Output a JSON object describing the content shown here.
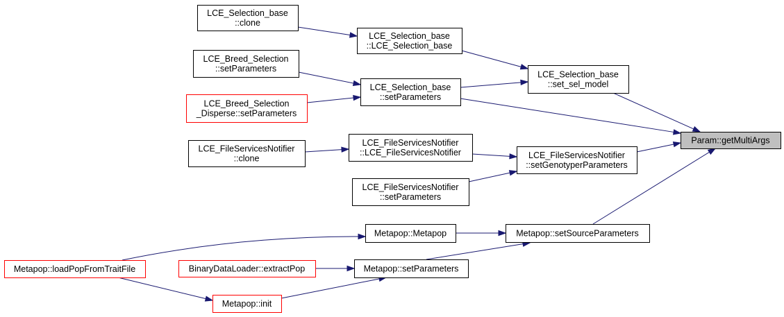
{
  "diagram": {
    "colors": {
      "edge": "#191970",
      "node_border": "#000000",
      "node_border_truncated": "#ff0000",
      "focus_fill": "#bfbfbf"
    },
    "nodes": [
      {
        "id": "sel_clone",
        "lines": [
          "LCE_Selection_base",
          "::clone"
        ],
        "truncated": false
      },
      {
        "id": "sel_ctor",
        "lines": [
          "LCE_Selection_base",
          "::LCE_Selection_base"
        ],
        "truncated": false
      },
      {
        "id": "breed_setparams",
        "lines": [
          "LCE_Breed_Selection",
          "::setParameters"
        ],
        "truncated": false
      },
      {
        "id": "breed_disp_setparams",
        "lines": [
          "LCE_Breed_Selection",
          "_Disperse::setParameters"
        ],
        "truncated": true
      },
      {
        "id": "sel_setparams",
        "lines": [
          "LCE_Selection_base",
          "::setParameters"
        ],
        "truncated": false
      },
      {
        "id": "sel_set_sel_model",
        "lines": [
          "LCE_Selection_base",
          "::set_sel_model"
        ],
        "truncated": false
      },
      {
        "id": "param_getmultiargs",
        "lines": [
          "Param::getMultiArgs"
        ],
        "truncated": false,
        "focus": true
      },
      {
        "id": "fsn_clone",
        "lines": [
          "LCE_FileServicesNotifier",
          "::clone"
        ],
        "truncated": false
      },
      {
        "id": "fsn_ctor",
        "lines": [
          "LCE_FileServicesNotifier",
          "::LCE_FileServicesNotifier"
        ],
        "truncated": false
      },
      {
        "id": "fsn_setgeno",
        "lines": [
          "LCE_FileServicesNotifier",
          "::setGenotyperParameters"
        ],
        "truncated": false
      },
      {
        "id": "fsn_setparams",
        "lines": [
          "LCE_FileServicesNotifier",
          "::setParameters"
        ],
        "truncated": false
      },
      {
        "id": "mp_ctor",
        "lines": [
          "Metapop::Metapop"
        ],
        "truncated": false
      },
      {
        "id": "mp_setsource",
        "lines": [
          "Metapop::setSourceParameters"
        ],
        "truncated": false
      },
      {
        "id": "mp_loadpop",
        "lines": [
          "Metapop::loadPopFromTraitFile"
        ],
        "truncated": true
      },
      {
        "id": "bdl_extractpop",
        "lines": [
          "BinaryDataLoader::extractPop"
        ],
        "truncated": true
      },
      {
        "id": "mp_setparams",
        "lines": [
          "Metapop::setParameters"
        ],
        "truncated": false
      },
      {
        "id": "mp_init",
        "lines": [
          "Metapop::init"
        ],
        "truncated": true
      }
    ],
    "edges": [
      {
        "from": "sel_clone",
        "to": "sel_ctor"
      },
      {
        "from": "sel_ctor",
        "to": "sel_set_sel_model"
      },
      {
        "from": "breed_setparams",
        "to": "sel_setparams"
      },
      {
        "from": "breed_disp_setparams",
        "to": "sel_setparams"
      },
      {
        "from": "sel_setparams",
        "to": "sel_set_sel_model"
      },
      {
        "from": "sel_setparams",
        "to": "param_getmultiargs"
      },
      {
        "from": "sel_set_sel_model",
        "to": "param_getmultiargs"
      },
      {
        "from": "fsn_clone",
        "to": "fsn_ctor"
      },
      {
        "from": "fsn_ctor",
        "to": "fsn_setgeno"
      },
      {
        "from": "fsn_setparams",
        "to": "fsn_setgeno"
      },
      {
        "from": "fsn_setgeno",
        "to": "param_getmultiargs"
      },
      {
        "from": "mp_setsource",
        "to": "param_getmultiargs"
      },
      {
        "from": "mp_ctor",
        "to": "mp_setsource"
      },
      {
        "from": "mp_setparams",
        "to": "mp_setsource"
      },
      {
        "from": "mp_loadpop",
        "to": "mp_ctor"
      },
      {
        "from": "bdl_extractpop",
        "to": "mp_setparams"
      },
      {
        "from": "mp_loadpop",
        "to": "mp_init"
      },
      {
        "from": "mp_init",
        "to": "mp_setparams"
      }
    ]
  }
}
